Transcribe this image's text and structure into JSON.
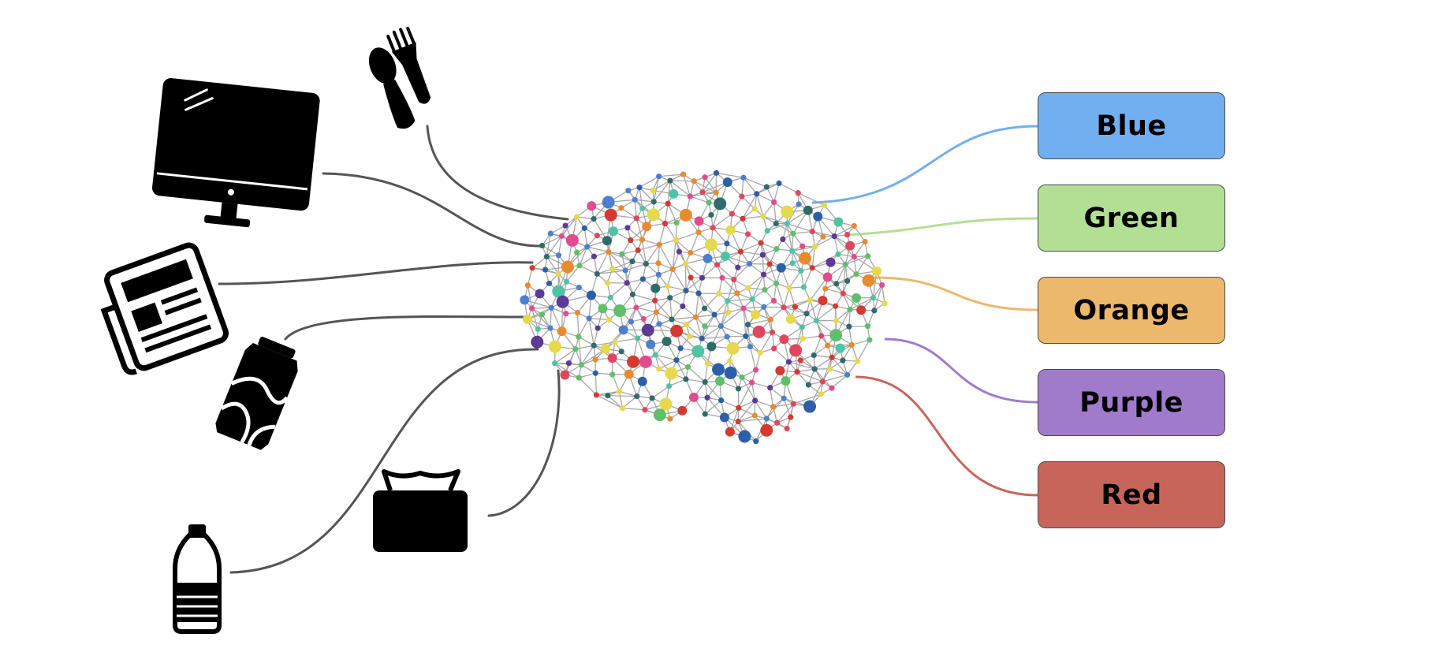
{
  "objects": [
    {
      "name": "monitor-icon"
    },
    {
      "name": "utensils-icon"
    },
    {
      "name": "newspaper-icon"
    },
    {
      "name": "soda-can-icon"
    },
    {
      "name": "tissue-box-icon"
    },
    {
      "name": "water-bottle-icon"
    }
  ],
  "brain": {
    "icon": "neural-network-brain-icon"
  },
  "labels": [
    {
      "text": "Blue",
      "color": "#72aff0",
      "line": "#72aff0"
    },
    {
      "text": "Green",
      "color": "#b3df94",
      "line": "#b3df94"
    },
    {
      "text": "Orange",
      "color": "#ecb86b",
      "line": "#ecb86b"
    },
    {
      "text": "Purple",
      "color": "#a07bcc",
      "line": "#a07bcc"
    },
    {
      "text": "Red",
      "color": "#c6665b",
      "line": "#c6665b"
    }
  ],
  "node_palette": [
    "#e0475f",
    "#df4d8f",
    "#2f6b6b",
    "#e88a2e",
    "#4c7fcf",
    "#5c3a96",
    "#4fc3a4",
    "#5fbf6a",
    "#d43a2f",
    "#2b5fa8",
    "#e6d94a"
  ],
  "connector_color": "#555555"
}
